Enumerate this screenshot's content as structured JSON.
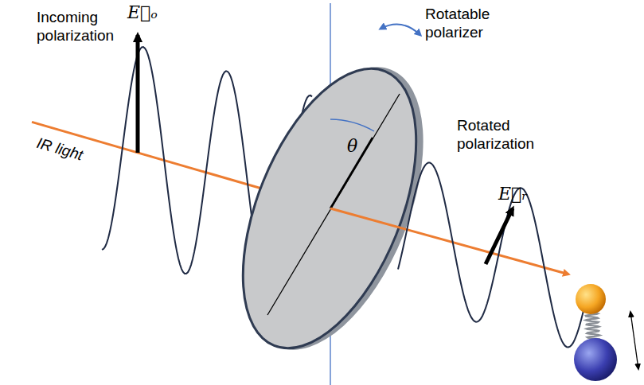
{
  "diagram": {
    "labels": [
      "Incoming polarization",
      "E⃗ₒ",
      "IR light",
      "Rotatable polarizer",
      "θ",
      "Rotated polarization",
      "E⃗ᵣ"
    ]
  }
}
